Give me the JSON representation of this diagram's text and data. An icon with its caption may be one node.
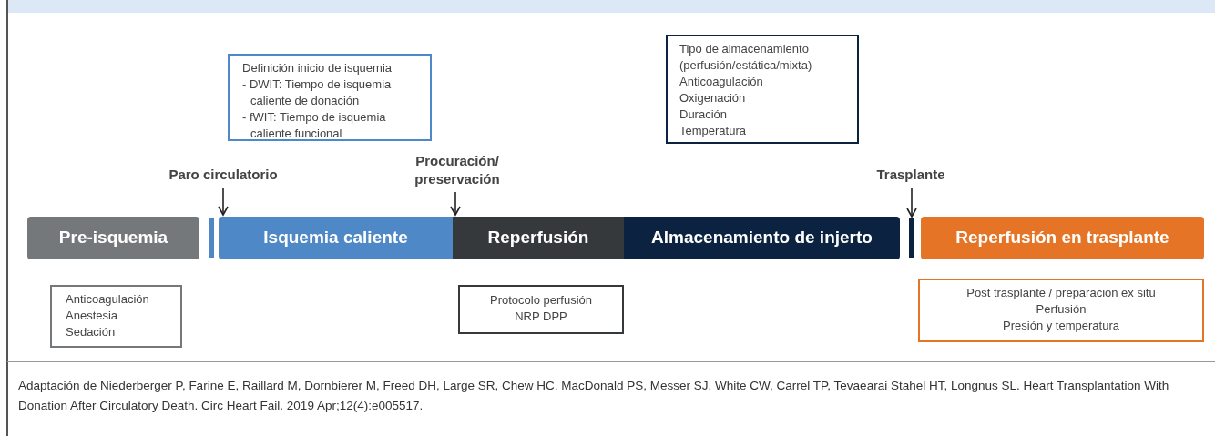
{
  "diagram": {
    "caption": "Adaptación de Niederberger P, Farine E, Raillard M, Dornbierer M, Freed DH, Large SR, Chew HC, MacDonald PS, Messer SJ, White CW, Carrel TP, Tevaearai Stahel HT, Longnus SL. Heart Transplantation With Donation After Circulatory Death. Circ Heart Fail. 2019 Apr;12(4):e005517.",
    "nodes": [
      {
        "text": [
          "Pre-isquemia"
        ]
      },
      {
        "text": [],
        "shape": "bar"
      },
      {
        "text": [
          "Isquemia caliente"
        ]
      },
      {
        "text": [
          "Reperfusión"
        ]
      },
      {
        "text": [
          "Almacenamiento de injerto"
        ]
      },
      {
        "text": [],
        "shape": "bar"
      },
      {
        "text": [
          "Reperfusión en trasplante"
        ]
      },
      {
        "text": [
          "Paro circulatorio"
        ]
      },
      {
        "text": [
          "Procuración/ preservación"
        ]
      },
      {
        "text": [
          "Trasplante"
        ]
      },
      {
        "text": [
          "Definición inicio de isquemia",
          "- DWIT: Tiempo de isquemia caliente de donación",
          "- fWIT: Tiempo de isquemia caliente funcional"
        ]
      },
      {
        "text": [
          "Tipo de almacenamiento (perfusión/estática/mixta)",
          "Anticoagulación",
          "Oxigenación",
          "Duración",
          "Temperatura"
        ]
      },
      {
        "text": [
          "Anticoagulación",
          "Anestesia",
          "Sedación"
        ]
      },
      {
        "text": [
          "Protocolo perfusión",
          "NRP DPP"
        ]
      },
      {
        "text": [
          "Post trasplante / preparación ex situ",
          "Perfusión",
          "Presión y temperatura"
        ]
      }
    ],
    "edges": [
      {
        "from": 7,
        "to": 2,
        "arrow": "to"
      },
      {
        "from": 8,
        "to": 3,
        "arrow": "to"
      },
      {
        "from": 9,
        "to": 5,
        "arrow": "to"
      }
    ]
  }
}
